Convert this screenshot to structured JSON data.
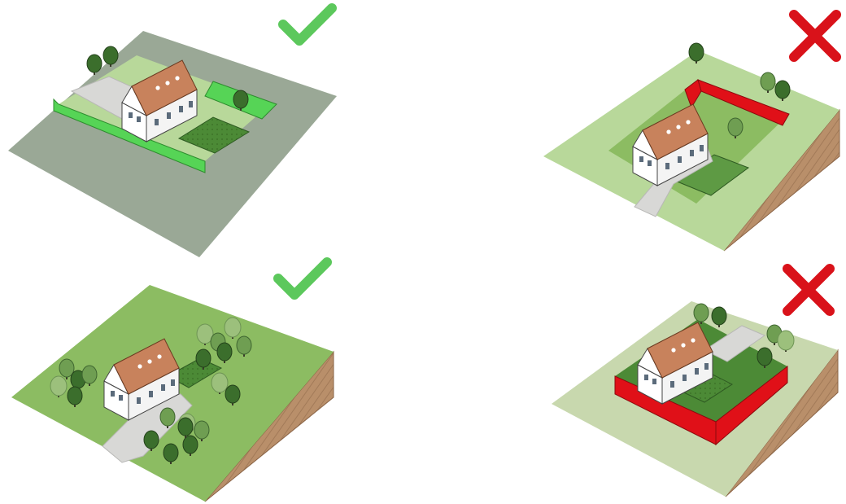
{
  "colors": {
    "background": "#ffffff",
    "correct_mark": "#5cc85c",
    "wrong_mark": "#d9121a",
    "flat_ground": "#9aa896",
    "grass_light": "#b8d89a",
    "grass_mid": "#8cbc62",
    "grass_dark": "#4c8a36",
    "highlight_green": "#56d456",
    "cut_red": "#e01018",
    "soil": "#b98f6a",
    "road": "#d8d8d6",
    "roof": "#c8825c",
    "wall": "#ffffff",
    "tree_dark": "#3b6e2c",
    "tree_mid": "#6f9e52",
    "tree_light": "#9cc07c"
  },
  "panels": [
    {
      "id": "flat-plot",
      "verdict": "correct",
      "icon": "check-mark-icon"
    },
    {
      "id": "excavated-slope",
      "verdict": "wrong",
      "icon": "x-mark-icon"
    },
    {
      "id": "house-following-slope",
      "verdict": "correct",
      "icon": "check-mark-icon"
    },
    {
      "id": "raised-platform-on-slope",
      "verdict": "wrong",
      "icon": "x-mark-icon"
    }
  ]
}
